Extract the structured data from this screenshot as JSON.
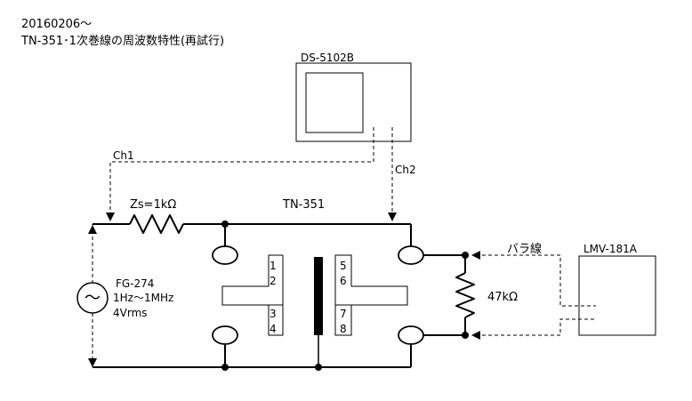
{
  "header": {
    "line1": "20160206～",
    "line2": "TN-351･1次巻線の周波数特性(再試行)"
  },
  "scope": {
    "label": "DS-5102B"
  },
  "channels": {
    "ch1": "Ch1",
    "ch2": "Ch2"
  },
  "transformer": {
    "label": "TN-351",
    "pins": [
      "1",
      "2",
      "3",
      "4",
      "5",
      "6",
      "7",
      "8"
    ]
  },
  "source_resistor": {
    "label": "Zs=1kΩ"
  },
  "generator": {
    "name": "FG-274",
    "range": "1Hz～1MHz",
    "level": "4Vrms",
    "symbol": "～"
  },
  "load_resistor": {
    "label": "47kΩ"
  },
  "cable": {
    "label": "バラ線"
  },
  "meter": {
    "label": "LMV-181A"
  }
}
